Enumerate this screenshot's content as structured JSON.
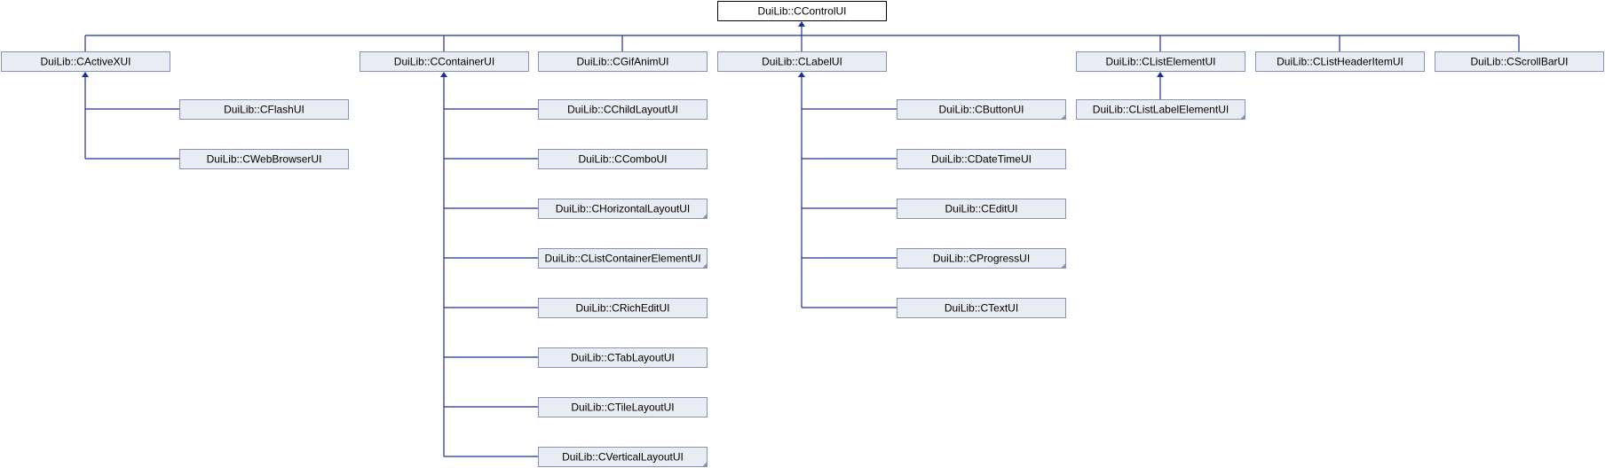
{
  "diagram": {
    "type": "class-inheritance",
    "root": "DuiLib::CControlUI",
    "colors": {
      "edge": "#1f2f99",
      "box_fill": "#e9ecf3",
      "box_border": "#8494b5",
      "root_fill": "#ffffff",
      "root_border": "#000000"
    },
    "nodes": [
      {
        "id": "ccontrolui",
        "label": "DuiLib::CControlUI",
        "parent": null,
        "root": true
      },
      {
        "id": "cactivexui",
        "label": "DuiLib::CActiveXUI",
        "parent": "ccontrolui"
      },
      {
        "id": "cflashui",
        "label": "DuiLib::CFlashUI",
        "parent": "cactivexui"
      },
      {
        "id": "cwebbrowserui",
        "label": "DuiLib::CWebBrowserUI",
        "parent": "cactivexui"
      },
      {
        "id": "ccontainerui",
        "label": "DuiLib::CContainerUI",
        "parent": "ccontrolui"
      },
      {
        "id": "cchildlayoutui",
        "label": "DuiLib::CChildLayoutUI",
        "parent": "ccontainerui"
      },
      {
        "id": "ccomboui",
        "label": "DuiLib::CComboUI",
        "parent": "ccontainerui"
      },
      {
        "id": "chorizontallayoutui",
        "label": "DuiLib::CHorizontalLayoutUI",
        "parent": "ccontainerui",
        "has_more": true
      },
      {
        "id": "clistcontainerelementui",
        "label": "DuiLib::CListContainerElementUI",
        "parent": "ccontainerui",
        "has_more": true
      },
      {
        "id": "crichedit",
        "label": "DuiLib::CRichEditUI",
        "parent": "ccontainerui"
      },
      {
        "id": "ctablayoutui",
        "label": "DuiLib::CTabLayoutUI",
        "parent": "ccontainerui"
      },
      {
        "id": "ctilelayoutui",
        "label": "DuiLib::CTileLayoutUI",
        "parent": "ccontainerui"
      },
      {
        "id": "cverticallayoutui",
        "label": "DuiLib::CVerticalLayoutUI",
        "parent": "ccontainerui",
        "has_more": true
      },
      {
        "id": "cgifanimui",
        "label": "DuiLib::CGifAnimUI",
        "parent": "ccontrolui"
      },
      {
        "id": "clabelui",
        "label": "DuiLib::CLabelUI",
        "parent": "ccontrolui"
      },
      {
        "id": "cbuttonui",
        "label": "DuiLib::CButtonUI",
        "parent": "clabelui",
        "has_more": true
      },
      {
        "id": "cdatetimeui",
        "label": "DuiLib::CDateTimeUI",
        "parent": "clabelui"
      },
      {
        "id": "ceditui",
        "label": "DuiLib::CEditUI",
        "parent": "clabelui"
      },
      {
        "id": "cprogressui",
        "label": "DuiLib::CProgressUI",
        "parent": "clabelui",
        "has_more": true
      },
      {
        "id": "ctextui",
        "label": "DuiLib::CTextUI",
        "parent": "clabelui"
      },
      {
        "id": "clistelementui",
        "label": "DuiLib::CListElementUI",
        "parent": "ccontrolui"
      },
      {
        "id": "clistlabelelementui",
        "label": "DuiLib::CListLabelElementUI",
        "parent": "clistelementui",
        "has_more": true
      },
      {
        "id": "clistheaderitemui",
        "label": "DuiLib::CListHeaderItemUI",
        "parent": "ccontrolui"
      },
      {
        "id": "cscrollbarui",
        "label": "DuiLib::CScrollBarUI",
        "parent": "ccontrolui"
      }
    ]
  }
}
